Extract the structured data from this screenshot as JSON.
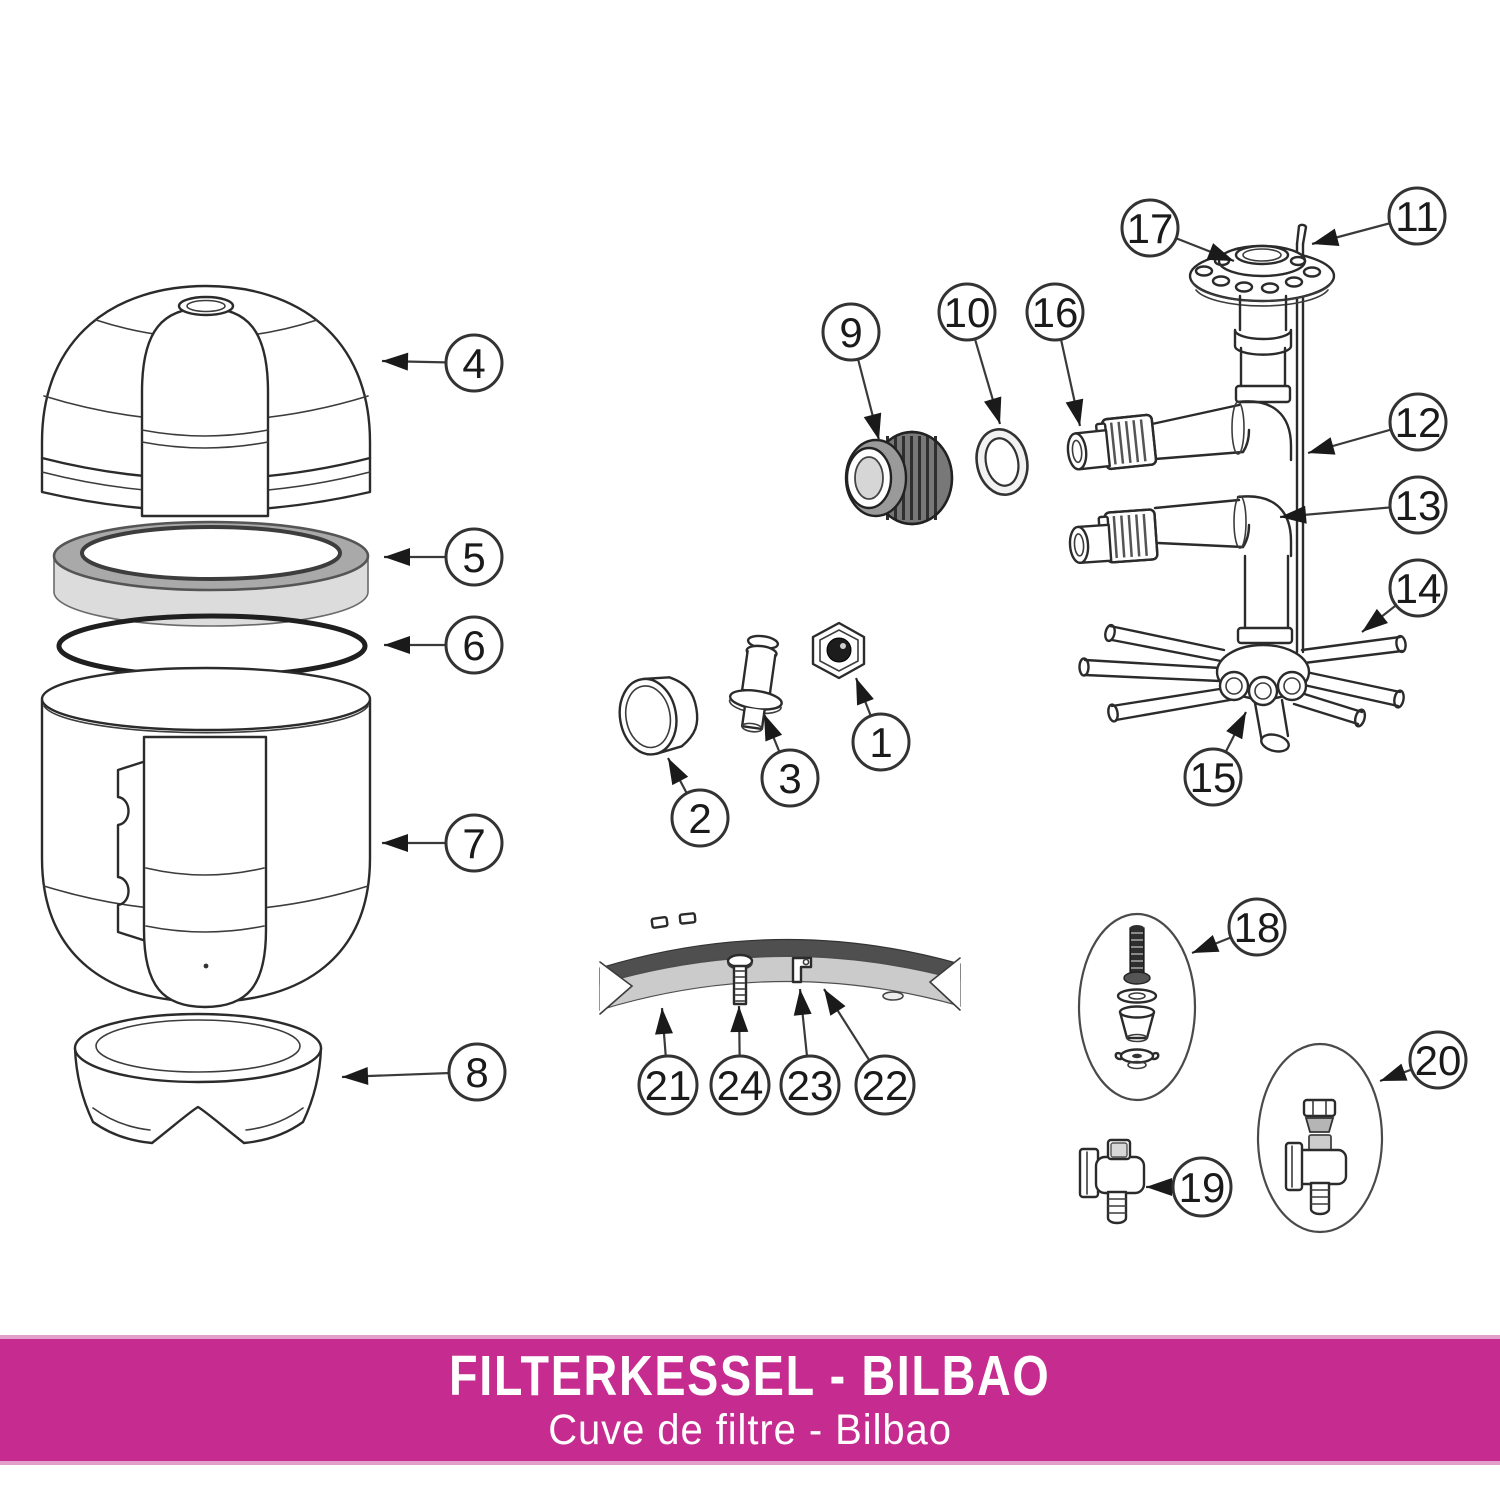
{
  "banner": {
    "title": "FILTERKESSEL - BILBAO",
    "subtitle": "Cuve de filtre - Bilbao",
    "background_color": "#c62b8f",
    "edge_color": "#e29fca",
    "text_color": "#ffffff"
  },
  "diagram": {
    "type": "exploded-parts-diagram",
    "colors": {
      "line": "#2b2b2b",
      "ring_top_gray": "#a9a9a9",
      "ring_face_gray": "#dcdcdc",
      "band_top_gray": "#4f4f4f",
      "band_face_gray": "#cbcbcb",
      "union_dark_gray": "#787878",
      "bolt_dark": "#2e2e2e"
    },
    "callouts": [
      {
        "label": "1"
      },
      {
        "label": "2"
      },
      {
        "label": "3"
      },
      {
        "label": "4"
      },
      {
        "label": "5"
      },
      {
        "label": "6"
      },
      {
        "label": "7"
      },
      {
        "label": "8"
      },
      {
        "label": "9"
      },
      {
        "label": "10"
      },
      {
        "label": "11"
      },
      {
        "label": "12"
      },
      {
        "label": "13"
      },
      {
        "label": "14"
      },
      {
        "label": "15"
      },
      {
        "label": "16"
      },
      {
        "label": "17"
      },
      {
        "label": "18"
      },
      {
        "label": "19"
      },
      {
        "label": "20"
      },
      {
        "label": "21"
      },
      {
        "label": "22"
      },
      {
        "label": "23"
      },
      {
        "label": "24"
      }
    ]
  }
}
